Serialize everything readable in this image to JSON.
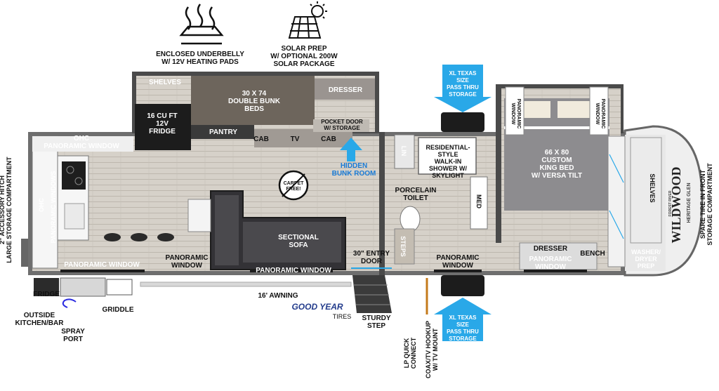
{
  "top": {
    "heating": "ENCLOSED UNDERBELLY\nW/ 12V HEATING PADS",
    "solar": "SOLAR PREP\nW/ OPTIONAL 200W\nSOLAR PACKAGE"
  },
  "rooms": {
    "shelves_top": "SHELVES",
    "bunk_beds": "30 X 74\nDOUBLE BUNK\nBEDS",
    "dresser_top": "DRESSER",
    "fridge": "16 CU FT\n12V\nFRIDGE",
    "pantry": "PANTRY",
    "cab1": "CAB",
    "tv": "TV",
    "cab2": "CAB",
    "pocket_door": "POCKET DOOR\nW/ STORAGE",
    "ohc_window": "OHC\nPANORAMIC WINDOW",
    "hidden_bunk": "HIDDEN\nBUNK ROOM",
    "carpet_free": "CARPET FREE!",
    "sectional": "SECTIONAL\nSOFA",
    "panoramic_windows_vert": "PANORAMIC WINDOWS",
    "ohc_vert": "OHC",
    "pan_win_bottom_left": "PANORAMIC WINDOW",
    "pan_win_mid": "PANORAMIC\nWINDOW",
    "pan_win_sofa": "PANORAMIC WINDOW",
    "entry_door": "30\" ENTRY\nDOOR",
    "steps": "STEPS",
    "lin": "LIN",
    "shower": "RESIDENTIAL-STYLE\nWALK-IN\nSHOWER W/\nSKYLIGHT",
    "toilet": "PORCELAIN\nTOILET",
    "med": "MED",
    "pan_win_bath": "PANORAMIC\nWINDOW",
    "bed": "66 X 80\nCUSTOM\nKING BED\nW/ VERSA TILT",
    "pan_win_bed_left": "PANORAMIC\nWINDOW",
    "pan_win_bed_right": "PANORAMIC\nWINDOW",
    "dresser_bed": "DRESSER",
    "bench": "BENCH",
    "pan_win_bed_bottom": "PANORAMIC\nWINDOW",
    "shelves_bed": "SHELVES",
    "washer": "WASHER/\nDRYER\nPREP"
  },
  "exterior": {
    "fridge": "FRIDGE",
    "griddle": "GRIDDLE",
    "outside_kitchen": "OUTSIDE\nKITCHEN/BAR",
    "spray_port": "SPRAY\nPORT",
    "awning": "16' AWNING",
    "goodyear": "GOOD YEAR",
    "tires": "TIRES",
    "sturdy_step": "STURDY\nSTEP",
    "lp_connect": "LP QUICK\nCONNECT",
    "coax": "COAX/TV HOOKUP\nW/ TV MOUNT",
    "xl_storage_top": "XL TEXAS SIZE\nPASS THRU\nSTORAGE",
    "xl_storage_bottom": "XL TEXAS SIZE\nPASS THRU\nSTORAGE",
    "hitch": "2\" ACCESSORY HITCH\nLARGE STORAGE COMPARTMENT",
    "spare_tire": "SPARE TIRE IN FRONT\nSTORAGE COMPARTMENT"
  },
  "brand": {
    "name": "WILDWOOD",
    "sub": "HERITAGE GLEN",
    "small": "FOREST RIVER"
  },
  "colors": {
    "floor": "#cfcac2",
    "wall": "#3a3a3a",
    "dark_panel": "#2c2c2c",
    "accent_blue": "#29a8e8",
    "sofa": "#3b3a3d",
    "bed": "#8c8b8e"
  }
}
